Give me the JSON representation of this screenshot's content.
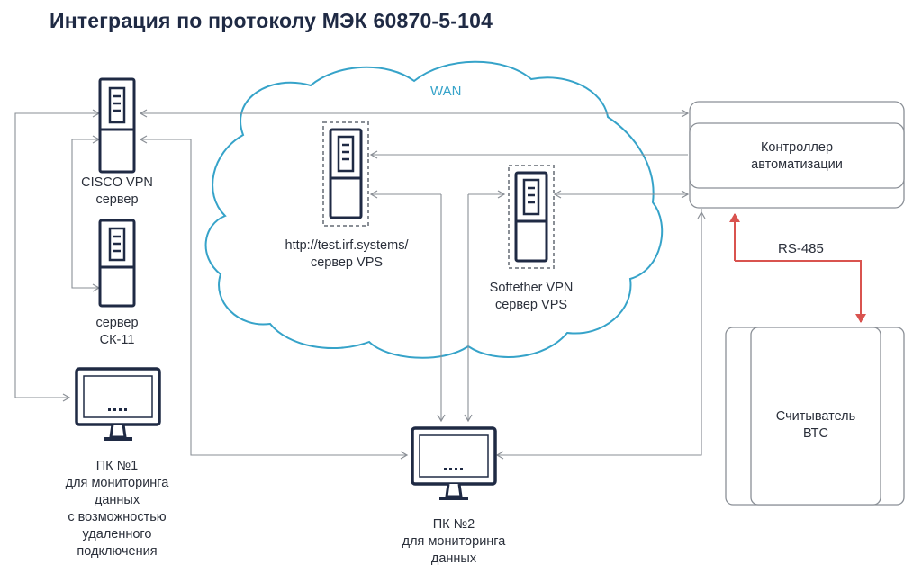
{
  "title": "Интеграция по протоколу МЭК 60870-5-104",
  "cloud_label": "WAN",
  "bus_label": "RS-485",
  "colors": {
    "text": "#2a2f3a",
    "title": "#1f2a44",
    "cloud": "#36a3c9",
    "arrow": "#8a8f96",
    "rs485": "#d9534f",
    "device": "#1f2a44"
  },
  "nodes": {
    "cisco_vpn": {
      "lines": [
        "CISCO VPN",
        "сервер"
      ],
      "icon": "server-icon"
    },
    "ck11": {
      "lines": [
        "сервер",
        "СК-11"
      ],
      "icon": "server-icon"
    },
    "pc1": {
      "lines": [
        "ПК №1",
        "для мониторинга",
        "данных",
        "с возможностью",
        "удаленного",
        "подключения"
      ],
      "icon": "monitor-icon"
    },
    "vps_irf": {
      "lines": [
        "http://test.irf.systems/",
        "сервер VPS"
      ],
      "icon": "server-icon"
    },
    "softether": {
      "lines": [
        "Softether VPN",
        "сервер VPS"
      ],
      "icon": "server-icon"
    },
    "pc2": {
      "lines": [
        "ПК №2",
        "для мониторинга",
        "данных"
      ],
      "icon": "monitor-icon"
    },
    "controller": {
      "lines": [
        "Контроллер",
        "автоматизации"
      ]
    },
    "reader": {
      "lines": [
        "Считыватель",
        "ВТС"
      ]
    }
  }
}
